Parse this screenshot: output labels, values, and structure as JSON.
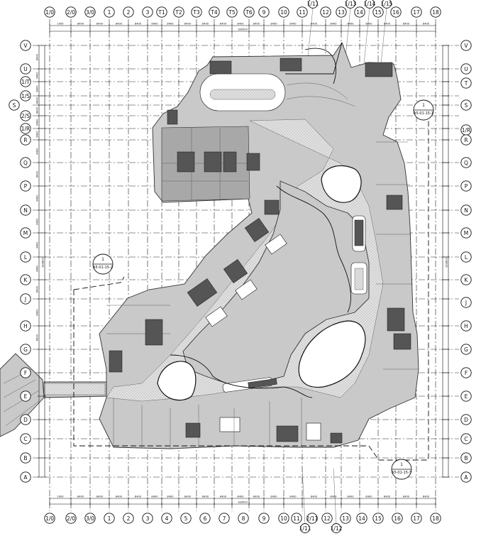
{
  "drawing": {
    "top_axes": [
      {
        "label": "1/0",
        "pos": 70
      },
      {
        "label": "2/0",
        "pos": 100
      },
      {
        "label": "3/0",
        "pos": 127
      },
      {
        "label": "1",
        "pos": 154
      },
      {
        "label": "2",
        "pos": 181
      },
      {
        "label": "3",
        "pos": 208
      },
      {
        "label": "T1",
        "pos": 228
      },
      {
        "label": "T2",
        "pos": 252
      },
      {
        "label": "T3",
        "pos": 277
      },
      {
        "label": "T4",
        "pos": 302
      },
      {
        "label": "T5",
        "pos": 327
      },
      {
        "label": "T6",
        "pos": 351
      },
      {
        "label": "9",
        "pos": 372
      },
      {
        "label": "10",
        "pos": 400
      },
      {
        "label": "11",
        "pos": 426
      },
      {
        "label": "12",
        "pos": 459
      },
      {
        "label": "13",
        "pos": 481
      },
      {
        "label": "14",
        "pos": 507
      },
      {
        "label": "15",
        "pos": 533
      },
      {
        "label": "16",
        "pos": 558
      },
      {
        "label": "17",
        "pos": 587
      },
      {
        "label": "18",
        "pos": 614
      }
    ],
    "top_axes_extra": [
      {
        "label": "1/11",
        "pos": 441,
        "row": 5
      },
      {
        "label": "1/13",
        "pos": 494,
        "row": 5
      },
      {
        "label": "1/14",
        "pos": 521,
        "row": 5
      },
      {
        "label": "1/15",
        "pos": 545,
        "row": 5
      }
    ],
    "bottom_axes": [
      {
        "label": "1/0",
        "pos": 70
      },
      {
        "label": "2/0",
        "pos": 100
      },
      {
        "label": "3/0",
        "pos": 127
      },
      {
        "label": "1",
        "pos": 154
      },
      {
        "label": "2",
        "pos": 181
      },
      {
        "label": "3",
        "pos": 208
      },
      {
        "label": "4",
        "pos": 235
      },
      {
        "label": "5",
        "pos": 262
      },
      {
        "label": "6",
        "pos": 289
      },
      {
        "label": "7",
        "pos": 316
      },
      {
        "label": "8",
        "pos": 343
      },
      {
        "label": "9",
        "pos": 372
      },
      {
        "label": "10",
        "pos": 400
      },
      {
        "label": "11",
        "pos": 418
      },
      {
        "label": "2/11",
        "pos": 440
      },
      {
        "label": "12",
        "pos": 461
      },
      {
        "label": "13",
        "pos": 487
      },
      {
        "label": "14",
        "pos": 510
      },
      {
        "label": "15",
        "pos": 533
      },
      {
        "label": "16",
        "pos": 560
      },
      {
        "label": "17",
        "pos": 587
      },
      {
        "label": "18",
        "pos": 614
      }
    ],
    "bottom_axes_extra": [
      {
        "label": "1/11",
        "pos": 430,
        "row": 744
      },
      {
        "label": "1/12",
        "pos": 474,
        "row": 744
      }
    ],
    "left_axes": [
      {
        "label": "V",
        "pos": 64
      },
      {
        "label": "U",
        "pos": 97
      },
      {
        "label": "1/T",
        "pos": 115
      },
      {
        "label": "1/S",
        "pos": 135
      },
      {
        "label": "S",
        "pos": 148
      },
      {
        "label": "2/S",
        "pos": 163
      },
      {
        "label": "1/R",
        "pos": 181
      },
      {
        "label": "R",
        "pos": 197
      },
      {
        "label": "Q",
        "pos": 229
      },
      {
        "label": "P",
        "pos": 262
      },
      {
        "label": "N",
        "pos": 296
      },
      {
        "label": "M",
        "pos": 328
      },
      {
        "label": "L",
        "pos": 362
      },
      {
        "label": "K",
        "pos": 394
      },
      {
        "label": "J",
        "pos": 421
      },
      {
        "label": "H",
        "pos": 459
      },
      {
        "label": "G",
        "pos": 492
      },
      {
        "label": "F",
        "pos": 525
      },
      {
        "label": "E",
        "pos": 558
      },
      {
        "label": "D",
        "pos": 591
      },
      {
        "label": "C",
        "pos": 618
      },
      {
        "label": "B",
        "pos": 645
      },
      {
        "label": "A",
        "pos": 672
      }
    ],
    "right_axes": [
      {
        "label": "V",
        "pos": 64
      },
      {
        "label": "U",
        "pos": 97
      },
      {
        "label": "T",
        "pos": 117
      },
      {
        "label": "S",
        "pos": 148
      },
      {
        "label": "1/R",
        "pos": 183
      },
      {
        "label": "R",
        "pos": 197
      },
      {
        "label": "Q",
        "pos": 229
      },
      {
        "label": "P",
        "pos": 262
      },
      {
        "label": "N",
        "pos": 296
      },
      {
        "label": "M",
        "pos": 328
      },
      {
        "label": "L",
        "pos": 362
      },
      {
        "label": "K",
        "pos": 394
      },
      {
        "label": "J",
        "pos": 426
      },
      {
        "label": "H",
        "pos": 459
      },
      {
        "label": "G",
        "pos": 492
      },
      {
        "label": "F",
        "pos": 525
      },
      {
        "label": "E",
        "pos": 558
      },
      {
        "label": "D",
        "pos": 591
      },
      {
        "label": "C",
        "pos": 618
      },
      {
        "label": "B",
        "pos": 645
      },
      {
        "label": "A",
        "pos": 672
      }
    ],
    "top_dims": [
      "1000",
      "8400",
      "8400",
      "8400",
      "8400",
      "8400",
      "8400",
      "8400",
      "8400",
      "8400",
      "8400",
      "8400",
      "8400",
      "8400",
      "8400",
      "8400",
      "8400",
      "8400",
      "8400",
      "8400",
      "8400"
    ],
    "top_overall_dim": "180000",
    "bottom_dims": [
      "1000",
      "8400",
      "8400",
      "8400",
      "8400",
      "8400",
      "8400",
      "8400",
      "8400",
      "8400",
      "8400",
      "8400",
      "8400",
      "8400",
      "8400",
      "8400",
      "8400",
      "8400",
      "8400",
      "8400",
      "8400"
    ],
    "bottom_overall_dim": "180000",
    "left_dims": [
      "8400",
      "8400",
      "8400",
      "8400",
      "8400",
      "8400",
      "8400",
      "8400",
      "8400",
      "8400",
      "8400",
      "8400",
      "8400",
      "8400",
      "8400",
      "8400"
    ],
    "left_overall_dim": "163800",
    "right_overall_dim": "163800",
    "callouts": [
      {
        "number": "1",
        "ref": "A5-01-15-1"
      },
      {
        "number": "1",
        "ref": "A5-01-15-2"
      },
      {
        "number": "1",
        "ref": "A5-01-15-3"
      }
    ]
  }
}
